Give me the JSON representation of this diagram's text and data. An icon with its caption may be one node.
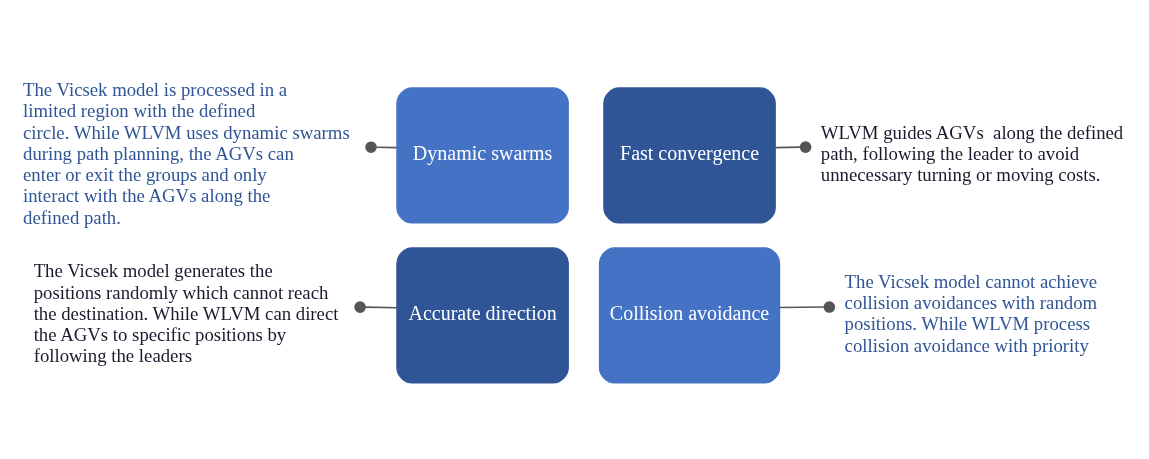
{
  "diagram": {
    "nodes": [
      {
        "text": [
          "The Vicsek model generates the positions randomly which cannot reach the destination. While WLVM can direct the AGVs to specific positions by following the leaders"
        ]
      },
      {
        "text": [
          "Accurate direction"
        ]
      },
      {
        "text": [
          "Collision avoidance"
        ]
      },
      {
        "text": [
          "The Vicsek model cannot achieve collision avoidances with random positions. While WLVM process collision avoidance with priority"
        ]
      },
      {
        "text": [
          "The Vicsek model is processed in a limited region with the defined circle. While WLVM uses dynamic swarms during path planning, the AGVs can enter or exit the groups and only interact with the AGVs along the defined path."
        ]
      },
      {
        "text": [
          "Dynamic swarms"
        ]
      },
      {
        "text": [
          "Fast convergence"
        ]
      },
      {
        "text": [
          "WLVM guides AGVs  along the defined path, following the leader to avoid unnecessary turning or moving costs."
        ]
      }
    ],
    "edges": [
      {
        "from": 0,
        "to": 1,
        "arrow": "other"
      },
      {
        "from": 3,
        "to": 2,
        "arrow": "other"
      },
      {
        "from": 4,
        "to": 5,
        "arrow": "other"
      },
      {
        "from": 7,
        "to": 6,
        "arrow": "other"
      }
    ]
  }
}
